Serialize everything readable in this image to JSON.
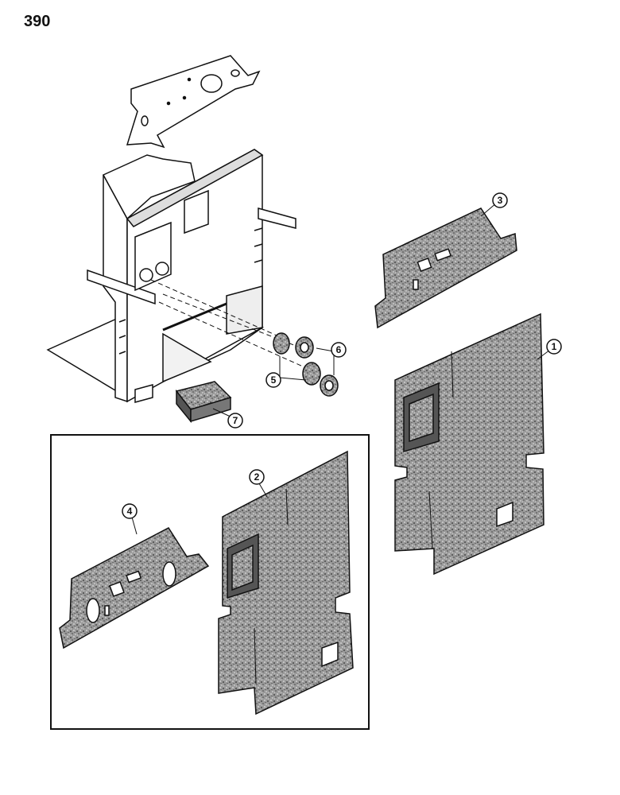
{
  "page": {
    "number": "390"
  },
  "colors": {
    "line": "#111111",
    "insulation_fill": "#8a8a8a",
    "insulation_dark": "#4a4a4a",
    "metal_fill": "#ffffff"
  },
  "callouts": {
    "c1": "1",
    "c2": "2",
    "c3": "3",
    "c4": "4",
    "c5": "5",
    "c6": "6",
    "c7": "7"
  }
}
